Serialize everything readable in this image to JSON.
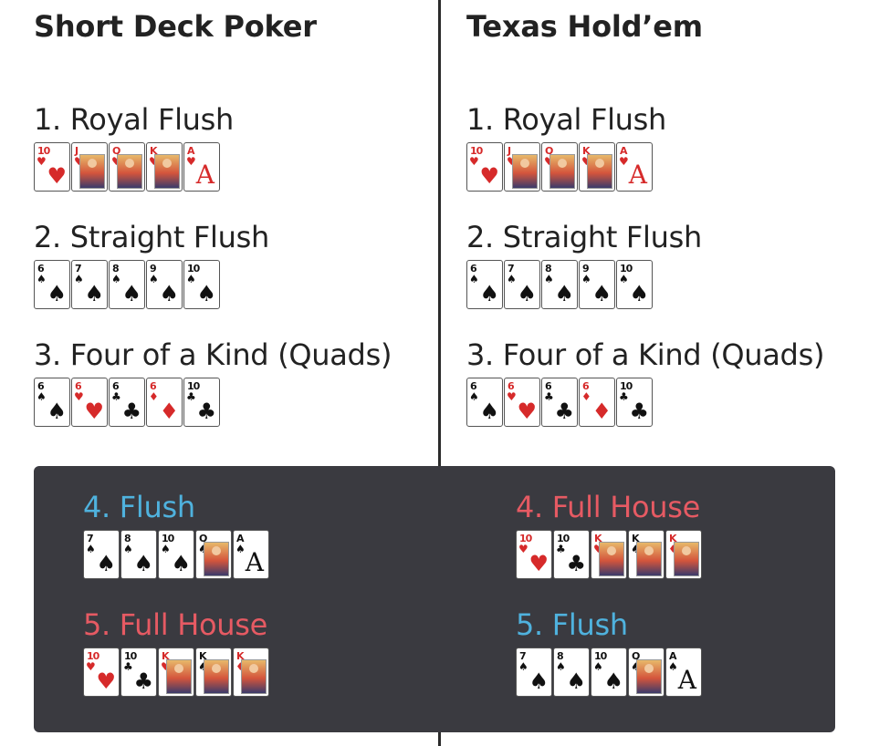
{
  "left": {
    "title": "Short Deck Poker",
    "hands": [
      {
        "label": "1. Royal Flush",
        "cards": [
          [
            "10",
            "heart"
          ],
          [
            "J",
            "heart"
          ],
          [
            "Q",
            "heart"
          ],
          [
            "K",
            "heart"
          ],
          [
            "A",
            "heart"
          ]
        ]
      },
      {
        "label": "2. Straight Flush",
        "cards": [
          [
            "6",
            "spade"
          ],
          [
            "7",
            "spade"
          ],
          [
            "8",
            "spade"
          ],
          [
            "9",
            "spade"
          ],
          [
            "10",
            "spade"
          ]
        ]
      },
      {
        "label": "3. Four of a Kind (Quads)",
        "cards": [
          [
            "6",
            "spade"
          ],
          [
            "6",
            "heart"
          ],
          [
            "6",
            "club"
          ],
          [
            "6",
            "diamond"
          ],
          [
            "10",
            "club"
          ]
        ]
      }
    ],
    "panel_hands": [
      {
        "label": "4. Flush",
        "color": "#4fb2de",
        "cards": [
          [
            "7",
            "spade"
          ],
          [
            "8",
            "spade"
          ],
          [
            "10",
            "spade"
          ],
          [
            "Q",
            "spade"
          ],
          [
            "A",
            "spade"
          ]
        ]
      },
      {
        "label": "5. Full House",
        "color": "#e65a63",
        "cards": [
          [
            "10",
            "heart"
          ],
          [
            "10",
            "club"
          ],
          [
            "K",
            "heart"
          ],
          [
            "K",
            "spade"
          ],
          [
            "K",
            "diamond"
          ]
        ]
      }
    ]
  },
  "right": {
    "title": "Texas Hold’em",
    "hands": [
      {
        "label": "1. Royal Flush",
        "cards": [
          [
            "10",
            "heart"
          ],
          [
            "J",
            "heart"
          ],
          [
            "Q",
            "heart"
          ],
          [
            "K",
            "heart"
          ],
          [
            "A",
            "heart"
          ]
        ]
      },
      {
        "label": "2. Straight Flush",
        "cards": [
          [
            "6",
            "spade"
          ],
          [
            "7",
            "spade"
          ],
          [
            "8",
            "spade"
          ],
          [
            "9",
            "spade"
          ],
          [
            "10",
            "spade"
          ]
        ]
      },
      {
        "label": "3. Four of a Kind (Quads)",
        "cards": [
          [
            "6",
            "spade"
          ],
          [
            "6",
            "heart"
          ],
          [
            "6",
            "club"
          ],
          [
            "6",
            "diamond"
          ],
          [
            "10",
            "club"
          ]
        ]
      }
    ],
    "panel_hands": [
      {
        "label": "4. Full House",
        "color": "#e65a63",
        "cards": [
          [
            "10",
            "heart"
          ],
          [
            "10",
            "club"
          ],
          [
            "K",
            "heart"
          ],
          [
            "K",
            "spade"
          ],
          [
            "K",
            "diamond"
          ]
        ]
      },
      {
        "label": "5. Flush",
        "color": "#4fb2de",
        "cards": [
          [
            "7",
            "spade"
          ],
          [
            "8",
            "spade"
          ],
          [
            "10",
            "spade"
          ],
          [
            "Q",
            "spade"
          ],
          [
            "A",
            "spade"
          ]
        ]
      }
    ]
  },
  "colors": {
    "panel_bg": "#3a3a40",
    "blue": "#4fb2de",
    "salmon": "#e65a63",
    "suit_red": "#d62a2a"
  }
}
